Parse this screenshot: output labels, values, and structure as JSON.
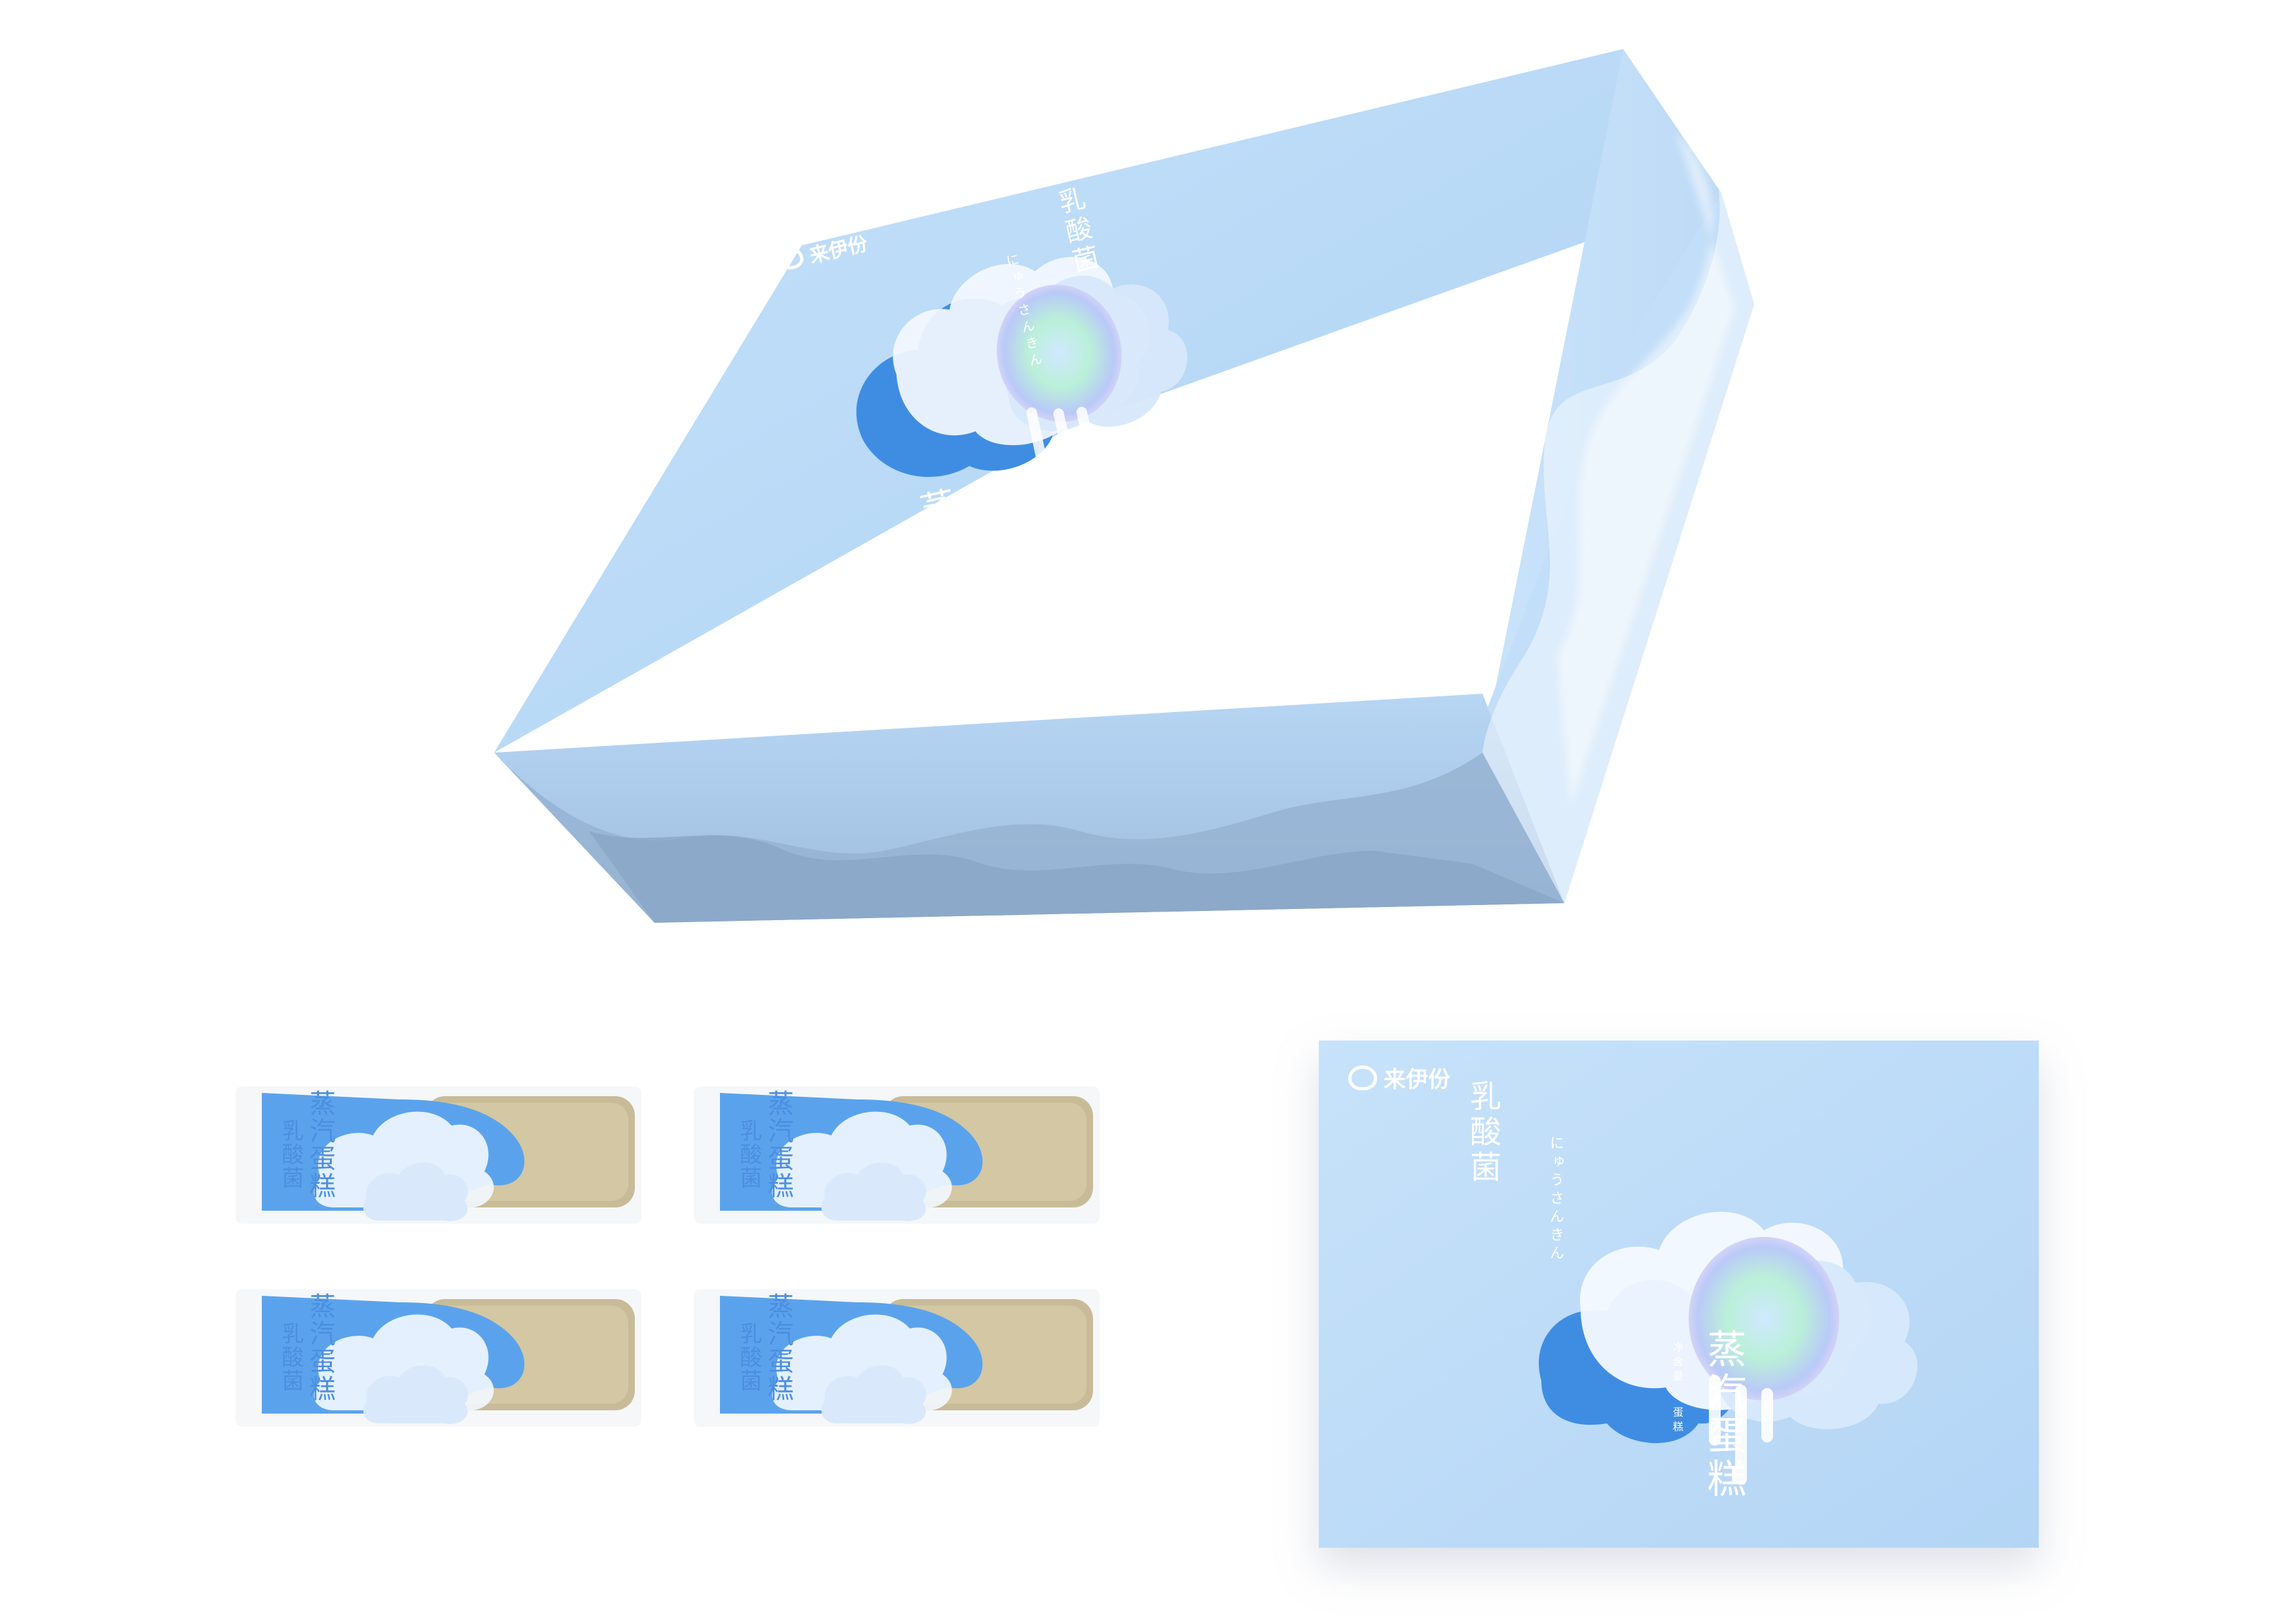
{
  "brand": {
    "name": "来伊份"
  },
  "product": {
    "name_top": "乳酸菌",
    "name_bottom": "蒸汽蛋糕",
    "kana": "にゅうさんきん",
    "spec_small": "净含量 · 蛋糕"
  },
  "colors": {
    "box_top": "#bcdcf7",
    "box_side": "#a9c7e6",
    "box_front": "#b4d2f0",
    "cloud_blue": "#3f8de2",
    "cloud_white": "#f4f9ff",
    "card_bg": "#bedcf8",
    "pouch_blue": "#5aa3ec",
    "cake_tan": "#cdbf9f"
  },
  "pouches": [
    {
      "label_a": "乳酸菌",
      "label_b": "蒸汽蛋糕"
    },
    {
      "label_a": "乳酸菌",
      "label_b": "蒸汽蛋糕"
    },
    {
      "label_a": "乳酸菌",
      "label_b": "蒸汽蛋糕"
    },
    {
      "label_a": "乳酸菌",
      "label_b": "蒸汽蛋糕"
    }
  ],
  "icons": [
    "brand-logo-icon",
    "cloud-illustration-icon",
    "holographic-orb-icon"
  ]
}
